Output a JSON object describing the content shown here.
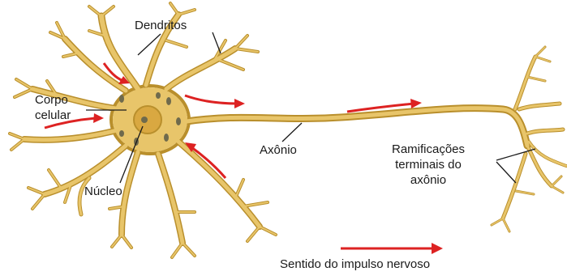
{
  "labels": {
    "dendritos": "Dendritos",
    "corpo_line1": "Corpo",
    "corpo_line2": "celular",
    "nucleo": "Núcleo",
    "axonio": "Axônio",
    "ramif_line1": "Ramificações",
    "ramif_line2": "terminais do",
    "ramif_line3": "axônio",
    "legenda": "Sentido do impulso nervoso"
  },
  "colors": {
    "neuron_fill": "#e8c56a",
    "neuron_stroke": "#b98f2c",
    "nucleus_fill": "#d9a841",
    "organelle": "#6f6a4c",
    "arrow": "#dd2222",
    "leader_line": "#1a1a1a"
  }
}
